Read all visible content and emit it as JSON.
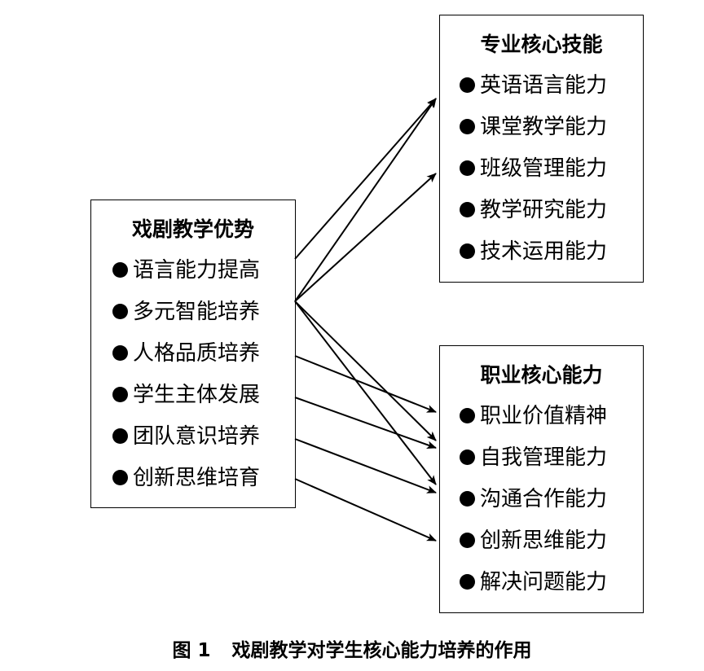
{
  "diagram": {
    "left": {
      "title": "戏剧教学优势",
      "items": [
        "语言能力提高",
        "多元智能培养",
        "人格品质培养",
        "学生主体发展",
        "团队意识培养",
        "创新思维培育"
      ]
    },
    "right_top": {
      "title": "专业核心技能",
      "items": [
        "英语语言能力",
        "课堂教学能力",
        "班级管理能力",
        "教学研究能力",
        "技术运用能力"
      ]
    },
    "right_bottom": {
      "title": "职业核心能力",
      "items": [
        "职业价值精神",
        "自我管理能力",
        "沟通合作能力",
        "创新思维能力",
        "解决问题能力"
      ]
    },
    "connections": [
      {
        "from": "语言能力提高",
        "to": "英语语言能力"
      },
      {
        "from": "多元智能培养",
        "to": "英语语言能力"
      },
      {
        "from": "多元智能培养",
        "to": "班级管理能力"
      },
      {
        "from": "多元智能培养",
        "to": "自我管理能力"
      },
      {
        "from": "多元智能培养",
        "to": "沟通合作能力"
      },
      {
        "from": "人格品质培养",
        "to": "职业价值精神"
      },
      {
        "from": "学生主体发展",
        "to": "自我管理能力"
      },
      {
        "from": "团队意识培养",
        "to": "沟通合作能力"
      },
      {
        "from": "创新思维培育",
        "to": "创新思维能力"
      }
    ],
    "arrow_color": "#000000"
  },
  "caption": {
    "figure_number": "图 1",
    "text": "戏剧教学对学生核心能力培养的作用"
  }
}
